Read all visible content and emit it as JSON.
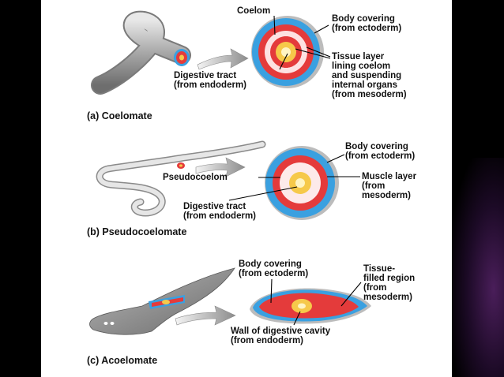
{
  "colors": {
    "ectoderm": "#3aa0e0",
    "mesoderm": "#e43b3b",
    "endoderm": "#f6c94a",
    "body_gray": "#9a9a9a",
    "slide_bg": "#000000"
  },
  "panels": {
    "coelomate": {
      "caption": "(a) Coelomate",
      "labels": {
        "coelom": "Coelom",
        "body_covering": [
          "Body covering",
          "(from ectoderm)"
        ],
        "tissue_layer": [
          "Tissue layer",
          "lining coelom",
          "and suspending",
          "internal organs",
          "(from mesoderm)"
        ],
        "digestive_tract": [
          "Digestive tract",
          "(from endoderm)"
        ]
      }
    },
    "pseudocoelomate": {
      "caption": "(b) Pseudocoelomate",
      "labels": {
        "body_covering": [
          "Body covering",
          "(from ectoderm)"
        ],
        "pseudocoelom": "Pseudocoelom",
        "muscle_layer": [
          "Muscle layer",
          "(from",
          "mesoderm)"
        ],
        "digestive_tract": [
          "Digestive tract",
          "(from endoderm)"
        ]
      }
    },
    "acoelomate": {
      "caption": "(c) Acoelomate",
      "labels": {
        "body_covering": [
          "Body covering",
          "(from ectoderm)"
        ],
        "tissue_filled": [
          "Tissue-",
          "filled region",
          "(from",
          "mesoderm)"
        ],
        "wall_digestive": [
          "Wall of digestive cavity",
          "(from endoderm)"
        ]
      }
    }
  }
}
